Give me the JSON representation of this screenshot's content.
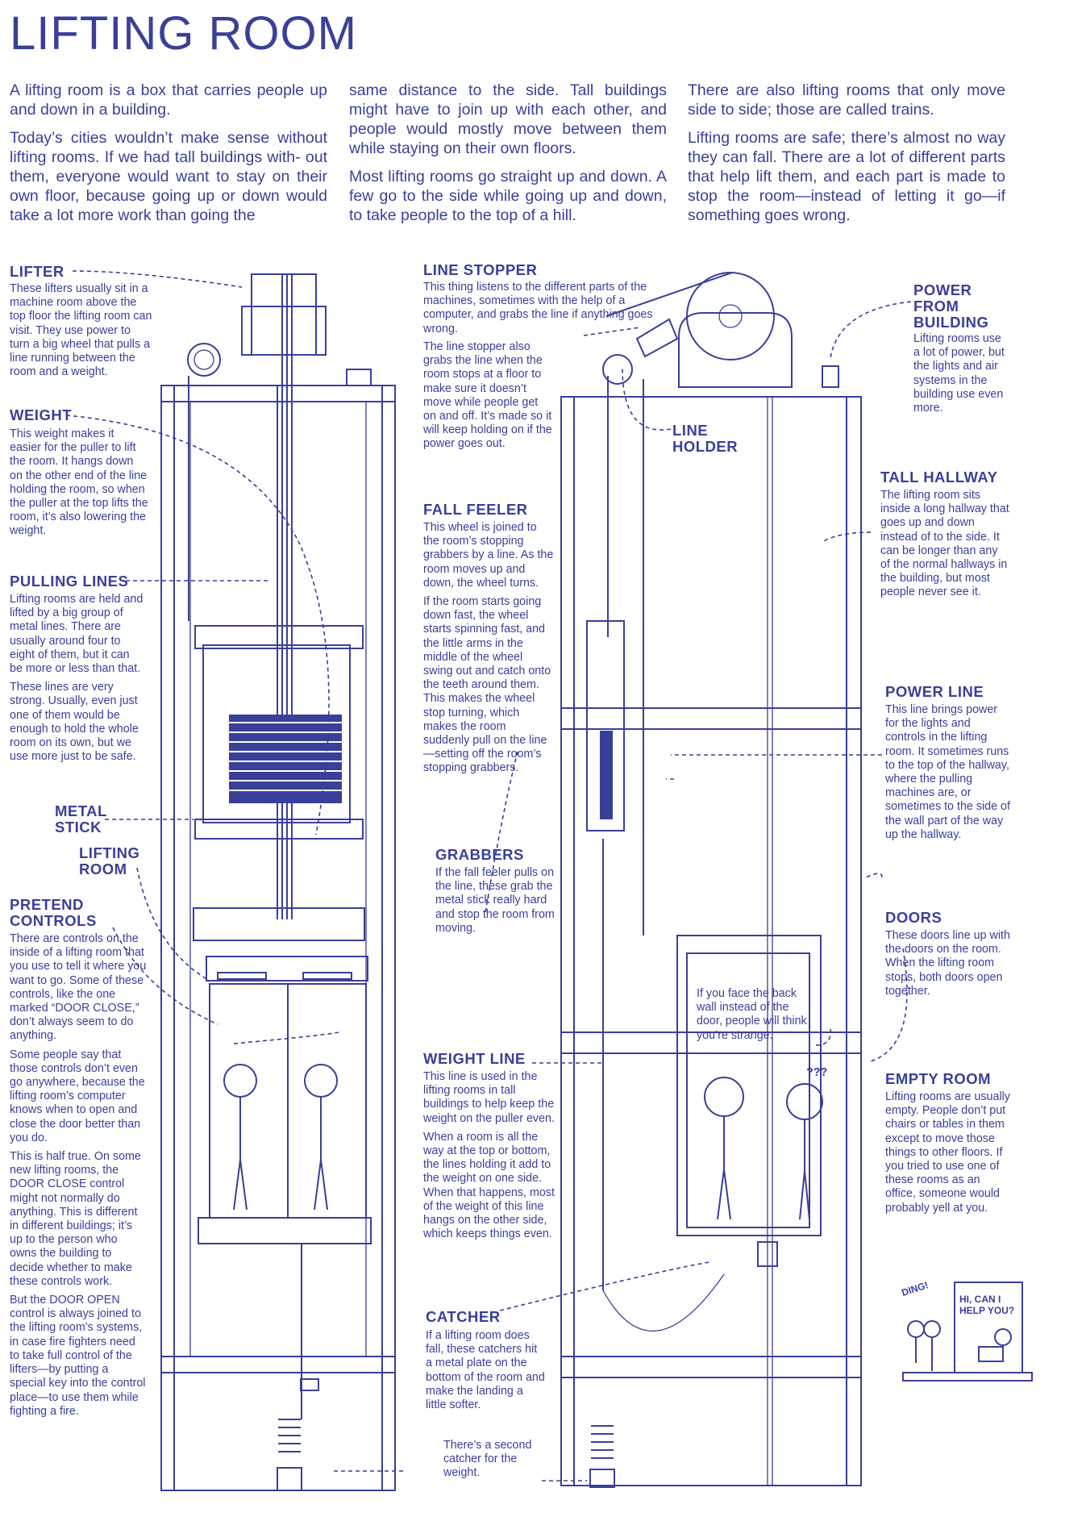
{
  "title": "LIFTING ROOM",
  "intro": {
    "col1": [
      "A lifting room is a box that carries people up and down in a building.",
      "Today’s cities wouldn’t make sense without lifting rooms. If we had tall buildings with- out them, everyone would want to stay on their own floor, because going up or down would take a lot more work than going the"
    ],
    "col2": [
      "same distance to the side. Tall buildings might have to join up with each other, and people would mostly move between them while staying on their own floors.",
      "Most lifting rooms go straight up and down. A few go to the side while going up and down, to take people to the top of a hill."
    ],
    "col3": [
      "There are also lifting rooms that only move side to side; those are called trains.",
      "Lifting rooms are safe; there’s almost no way they can fall. There are a lot of different parts that help lift them, and each part is made to stop the room—instead of letting it go—if something goes wrong."
    ]
  },
  "labels": {
    "lifter": {
      "title": "LIFTER",
      "text": [
        "These lifters usually sit in a machine room above the top floor the lifting room can visit. They use power to turn a big wheel that pulls a line running between the room and a weight."
      ]
    },
    "weight": {
      "title": "WEIGHT",
      "text": [
        "This weight makes it easier for the puller to lift the room. It hangs down on the other end of the line holding the room, so when the puller at the top lifts the room, it’s also lowering the weight."
      ]
    },
    "pulling_lines": {
      "title": "PULLING LINES",
      "text": [
        "Lifting rooms are held and lifted by a big group of metal lines. There are usually around four to eight of them, but it can be more or less than that.",
        "These lines are very strong. Usually, even just one of them would be enough to hold the whole room on its own, but we use more just to be safe."
      ]
    },
    "metal_stick": {
      "title": "METAL STICK"
    },
    "lifting_room": {
      "title": "LIFTING ROOM"
    },
    "pretend_controls": {
      "title": "PRETEND CONTROLS",
      "text": [
        "There are controls on the inside of a lifting room that you use to tell it where you want to go. Some of these controls, like the one marked “DOOR CLOSE,” don’t always seem to do anything.",
        "Some people say that those controls don’t even go anywhere, because the lifting room’s computer knows when to open and close the door better than you do.",
        "This is half true. On some new lifting rooms, the DOOR CLOSE control might not normally do anything. This is different in different buildings; it’s up to the person who owns the building to decide whether to make these controls work.",
        "But the DOOR OPEN control is always joined to the lifting room’s systems, in case fire fighters need to take full control of the lifters—by putting a special key into the control place—to use them while fighting a fire."
      ]
    },
    "line_stopper": {
      "title": "LINE STOPPER",
      "text": [
        "This thing listens to the different parts of the machines, sometimes with the help of a computer, and grabs the line if anything goes wrong.",
        "The line stopper also grabs the line when the room stops at a floor to make sure it doesn’t move while people get on and off. It’s made so it will keep holding on if the power goes out."
      ]
    },
    "line_holder": {
      "title": "LINE HOLDER"
    },
    "fall_feeler": {
      "title": "FALL FEELER",
      "text": [
        "This wheel is joined to the room’s stopping grabbers by a line. As the room moves up and down, the wheel turns.",
        "If the room starts going down fast, the wheel starts spinning fast, and the little arms in the middle of the wheel swing out and catch onto the teeth around them. This makes the wheel stop turning, which makes the room suddenly pull on the line—setting off the room’s stopping grabbers."
      ]
    },
    "grabbers": {
      "title": "GRABBERS",
      "text": [
        "If the fall feeler pulls on the line, these grab the metal stick really hard and stop the room from moving."
      ]
    },
    "weight_line": {
      "title": "WEIGHT LINE",
      "text": [
        "This line is used in the lifting rooms in tall buildings to help keep the weight on the puller even.",
        "When a room is all the way at the top or bottom, the lines holding it add to the weight on one side. When that happens, most of the weight of this line hangs on the other side, which keeps things even."
      ]
    },
    "catcher": {
      "title": "CATCHER",
      "text": [
        "If a lifting room does fall, these catchers hit a metal plate on the bottom of the room and make the landing a little softer."
      ]
    },
    "second_catcher": {
      "text": "There’s a second catcher for the weight."
    },
    "power_from_building": {
      "title": "POWER FROM BUILDING",
      "text": [
        "Lifting rooms use a lot of power, but the lights and air systems in the building use even more."
      ]
    },
    "tall_hallway": {
      "title": "TALL HALLWAY",
      "text": [
        "The lifting room sits inside a long hallway that goes up and down instead of to the side. It can be longer than any of the normal hallways in the building, but most people never see it."
      ]
    },
    "power_line": {
      "title": "POWER LINE",
      "text": [
        "This line brings power for the lights and controls in the lifting room. It sometimes runs to the top of the hallway, where the pulling machines are, or sometimes to the side of the wall part of the way up the hallway."
      ]
    },
    "doors": {
      "title": "DOORS",
      "text": [
        "These doors line up with the doors on the room. When the lifting room stops, both doors open together."
      ]
    },
    "empty_room": {
      "title": "EMPTY ROOM",
      "text": [
        "Lifting rooms are usually empty. People don’t put chairs or tables in them except to move those things to other floors. If you tried to use one of these rooms as an office, someone would probably yell at you."
      ]
    },
    "back_wall_note": {
      "text": "If you face the back wall instead of the door, people will think you’re strange."
    },
    "comic": {
      "ding": "DING!",
      "speech": "HI, CAN I HELP YOU?",
      "confused": "???"
    }
  },
  "colors": {
    "ink": "#3a3f99",
    "background": "#ffffff"
  }
}
